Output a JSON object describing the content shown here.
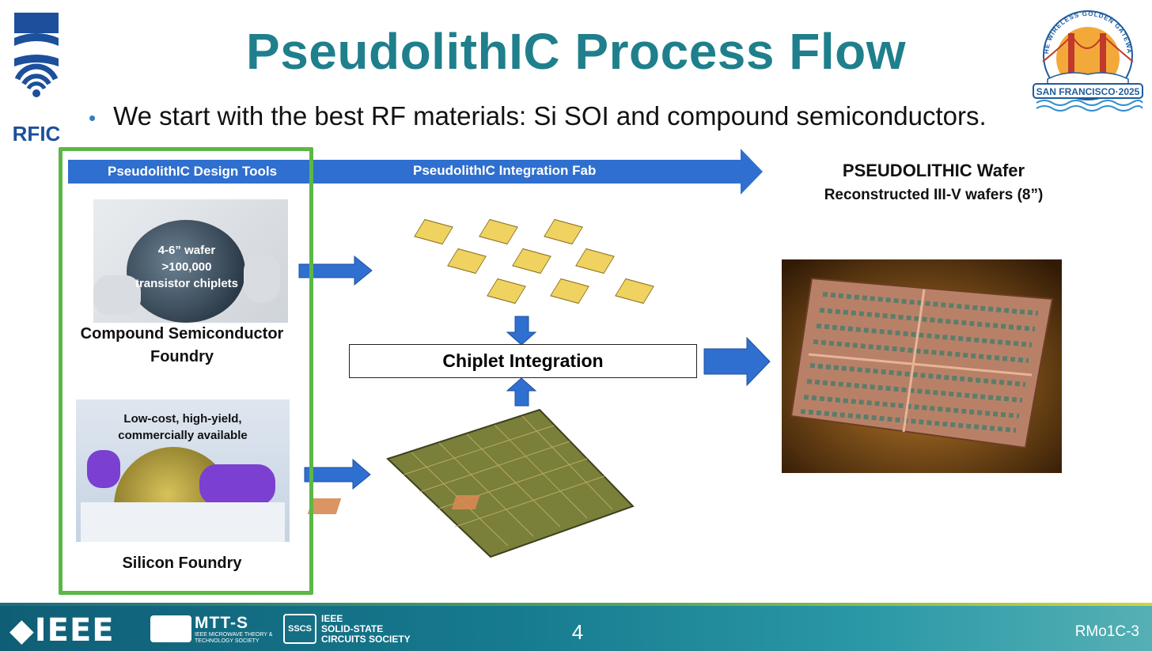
{
  "title": "PseudolithIC Process Flow",
  "bullet": "We start with the best RF materials: Si SOI and compound semiconductors.",
  "band": {
    "design_tools": "PseudolithIC Design Tools",
    "integration_fab": "PseudolithIC Integration Fab"
  },
  "compound_photo": {
    "lines": [
      "4-6” wafer",
      ">100,000",
      "transistor chiplets"
    ]
  },
  "compound_caption": [
    "Compound Semiconductor",
    "Foundry"
  ],
  "silicon_photo": {
    "lines": [
      "Low-cost, high-yield,",
      "commercially available"
    ]
  },
  "silicon_caption": "Silicon Foundry",
  "chiplet_integration": "Chiplet Integration",
  "wafer": {
    "title": "PSEUDOLITHIC Wafer",
    "subtitle": "Reconstructed III-V wafers (8”)"
  },
  "rfic_logo": "RFIC",
  "sf_logo": {
    "top": "THE WIRELESS GOLDEN GATEWAY",
    "bottom": "SAN FRANCISCO·2025"
  },
  "footer": {
    "ieee": "IEEE",
    "mtts": "MTT-S",
    "mtts_sub": "IEEE MICROWAVE THEORY & TECHNOLOGY SOCIETY",
    "sscs_badge": "SSCS",
    "sscs_line1": "IEEE",
    "sscs_line2": "SOLID-STATE",
    "sscs_line3": "CIRCUITS SOCIETY",
    "page": "4",
    "code": "RMo1C-3"
  },
  "colors": {
    "title": "#1f7f8c",
    "arrow": "#2f6fcf",
    "green_frame": "#5cb746"
  }
}
